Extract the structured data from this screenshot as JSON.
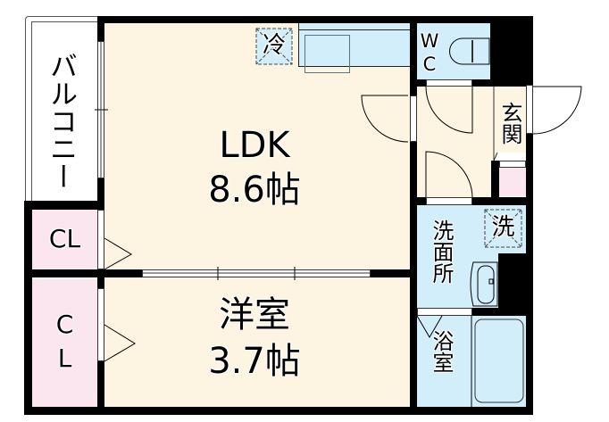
{
  "floor_plan": {
    "colors": {
      "living": "#fdf4e2",
      "wet_area": "#d2eefb",
      "closet": "#fbe6ef",
      "balcony": "#ffffff",
      "wall": "#000000"
    },
    "rooms": {
      "balcony": {
        "label": "バルコニー"
      },
      "ldk": {
        "label": "LDK",
        "size": "8.6帖"
      },
      "western_room": {
        "label": "洋室",
        "size": "3.7帖"
      },
      "closet_upper": {
        "label": "CL"
      },
      "closet_lower": {
        "label": "CL"
      },
      "wc": {
        "label": "WC"
      },
      "entrance": {
        "label": "玄関"
      },
      "washroom": {
        "label": "洗面所"
      },
      "bathroom": {
        "label": "浴室"
      }
    },
    "fixtures": {
      "refrigerator": {
        "label": "冷"
      },
      "washing_machine": {
        "label": "洗"
      }
    }
  }
}
